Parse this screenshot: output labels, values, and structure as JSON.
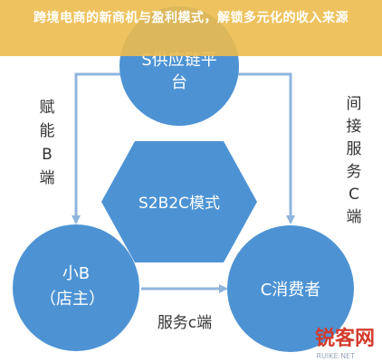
{
  "banner": {
    "title": "跨境电商的新商机与盈利模式，解锁多元化的收入来源"
  },
  "diagram": {
    "nodes": {
      "supply_chain": "S供应链平台",
      "s2b2c": "S2B2C模式",
      "small_b": [
        "小B",
        "（店主）"
      ],
      "consumer": "C消费者"
    },
    "edges": {
      "empower_b": [
        "赋",
        "能",
        "B",
        "端"
      ],
      "serve_c": [
        "间",
        "接",
        "服",
        "务",
        "C",
        "端"
      ],
      "serve_c_direct": "服务c端"
    }
  },
  "watermark": {
    "text": "锐客网",
    "sub": "RUIKE.NET"
  },
  "colors": {
    "node_fill": "#4d93d4",
    "banner": "#ecbc4e",
    "arrow": "#8fb5de",
    "watermark": "#d33b2c"
  }
}
